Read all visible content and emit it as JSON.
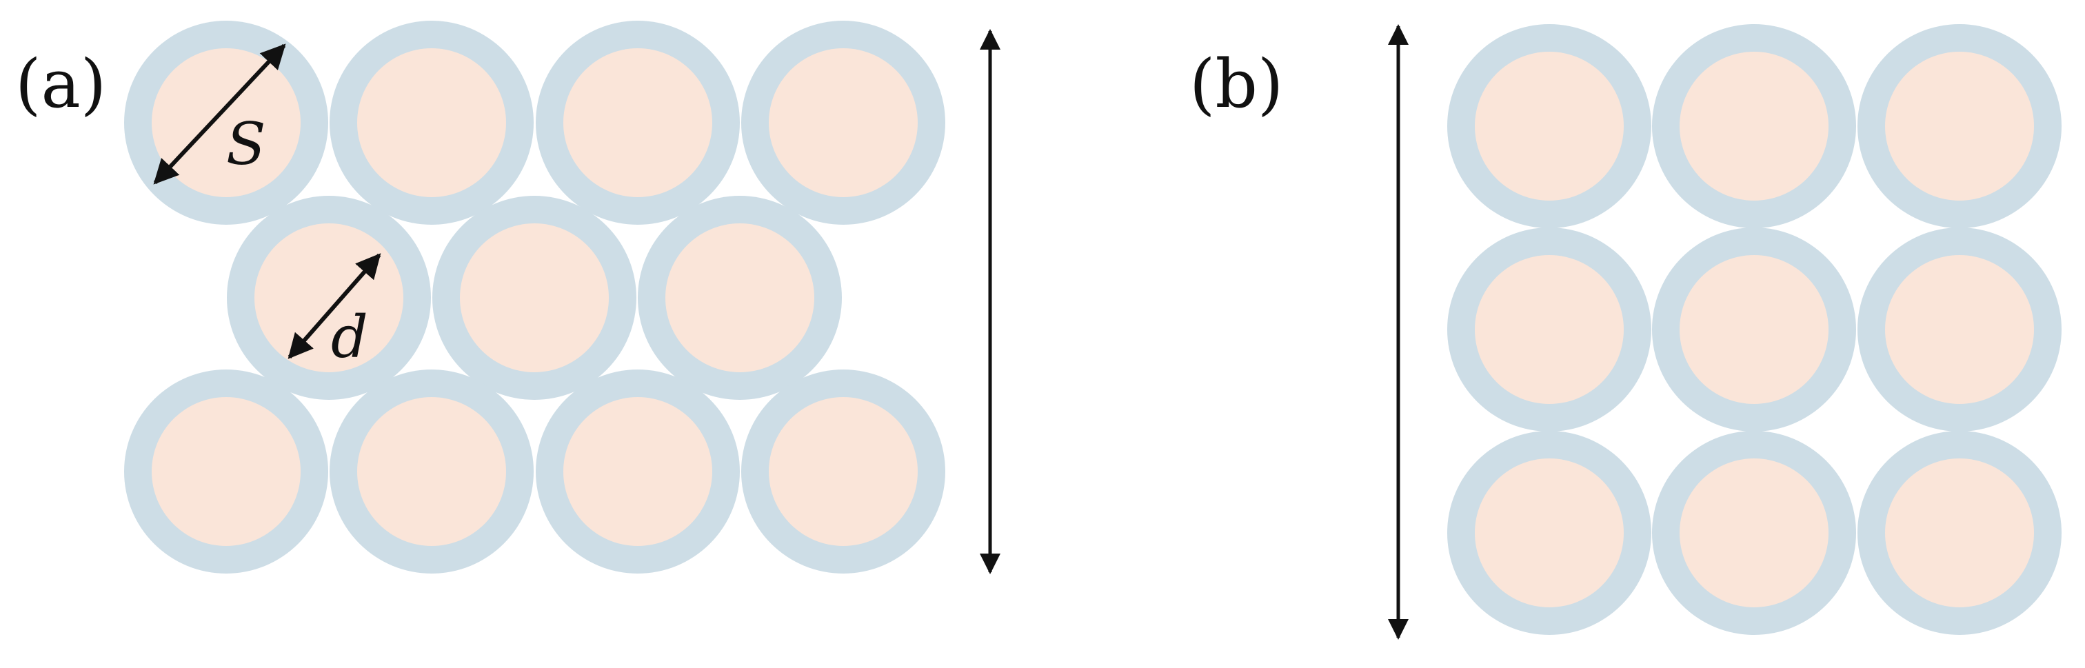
{
  "panels": {
    "a": {
      "label": "(a)",
      "diameter_label": "S",
      "inner_diameter_label": "d",
      "row_counts": [
        4,
        3,
        4
      ],
      "packing": "staggered"
    },
    "b": {
      "label": "(b)",
      "row_counts": [
        3,
        3,
        3
      ],
      "packing": "square"
    }
  },
  "colors": {
    "shell": "#cddde6",
    "core": "#fae5d9",
    "arrow": "#111111"
  }
}
